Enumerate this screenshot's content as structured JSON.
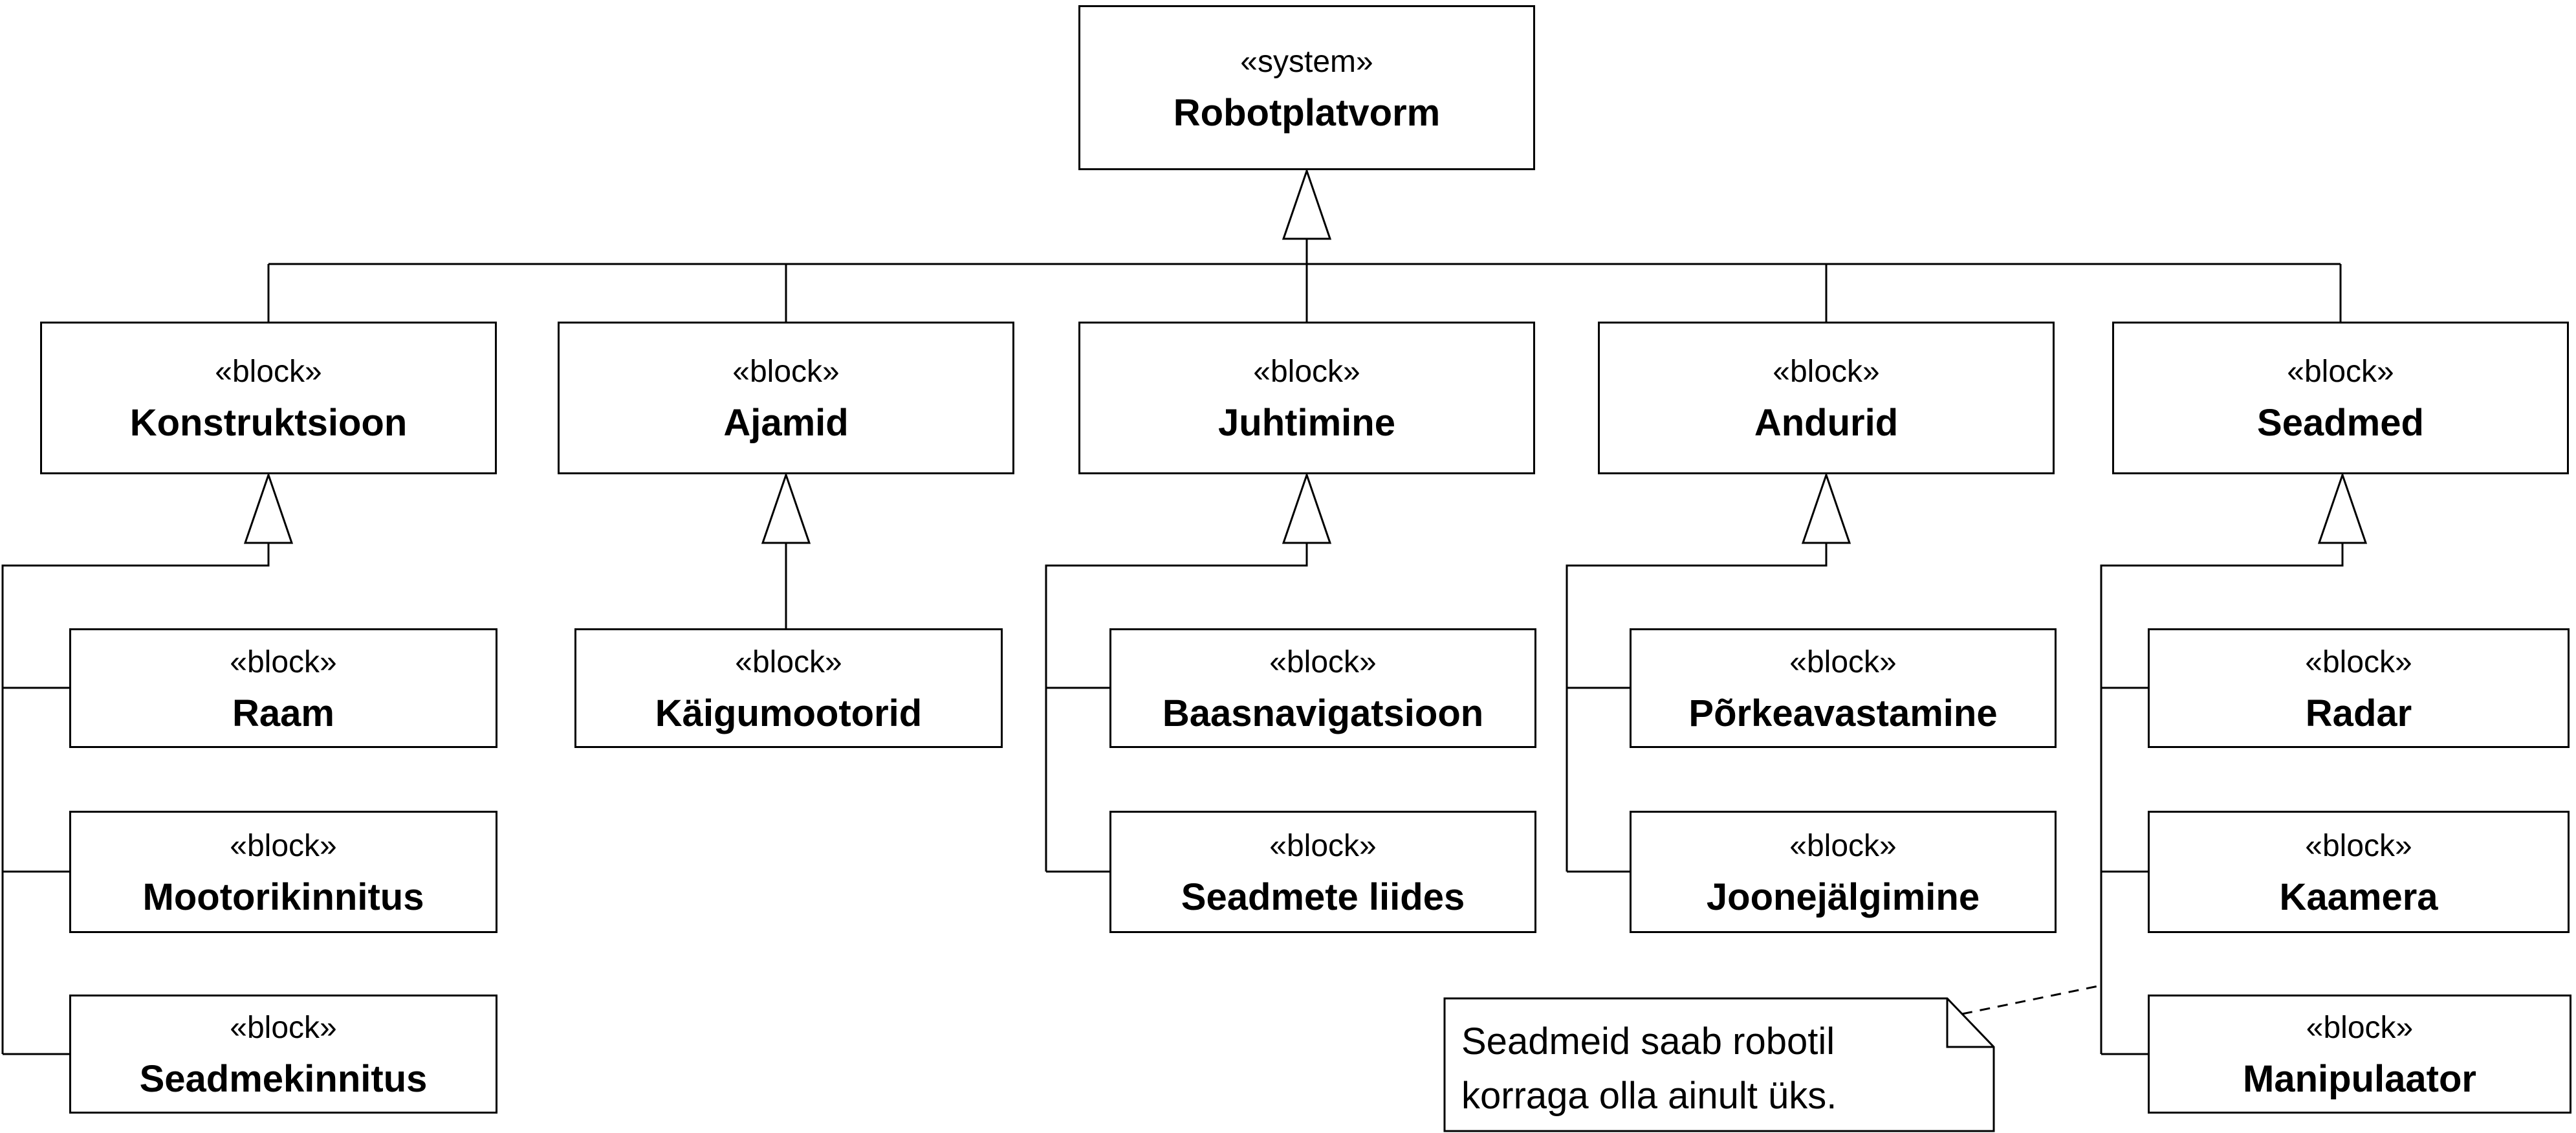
{
  "diagram": {
    "root": {
      "stereotype": "«system»",
      "name": "Robotplatvorm"
    },
    "parents": [
      {
        "stereotype": "«block»",
        "name": "Konstruktsioon"
      },
      {
        "stereotype": "«block»",
        "name": "Ajamid"
      },
      {
        "stereotype": "«block»",
        "name": "Juhtimine"
      },
      {
        "stereotype": "«block»",
        "name": "Andurid"
      },
      {
        "stereotype": "«block»",
        "name": "Seadmed"
      }
    ],
    "children": {
      "konstruktsioon": [
        {
          "stereotype": "«block»",
          "name": "Raam"
        },
        {
          "stereotype": "«block»",
          "name": "Mootorikinnitus"
        },
        {
          "stereotype": "«block»",
          "name": "Seadmekinnitus"
        }
      ],
      "ajamid": [
        {
          "stereotype": "«block»",
          "name": "Käigumootorid"
        }
      ],
      "juhtimine": [
        {
          "stereotype": "«block»",
          "name": "Baasnavigatsioon"
        },
        {
          "stereotype": "«block»",
          "name": "Seadmete liides"
        }
      ],
      "andurid": [
        {
          "stereotype": "«block»",
          "name": "Põrkeavastamine"
        },
        {
          "stereotype": "«block»",
          "name": "Joonejälgimine"
        }
      ],
      "seadmed": [
        {
          "stereotype": "«block»",
          "name": "Radar"
        },
        {
          "stereotype": "«block»",
          "name": "Kaamera"
        },
        {
          "stereotype": "«block»",
          "name": "Manipulaator"
        }
      ]
    },
    "note": {
      "line1": "Seadmeid saab robotil",
      "line2": "korraga olla ainult üks."
    },
    "colors": {
      "line": "#000000",
      "background": "#ffffff",
      "box_fill": "#ffffff",
      "text": "#000000"
    }
  }
}
